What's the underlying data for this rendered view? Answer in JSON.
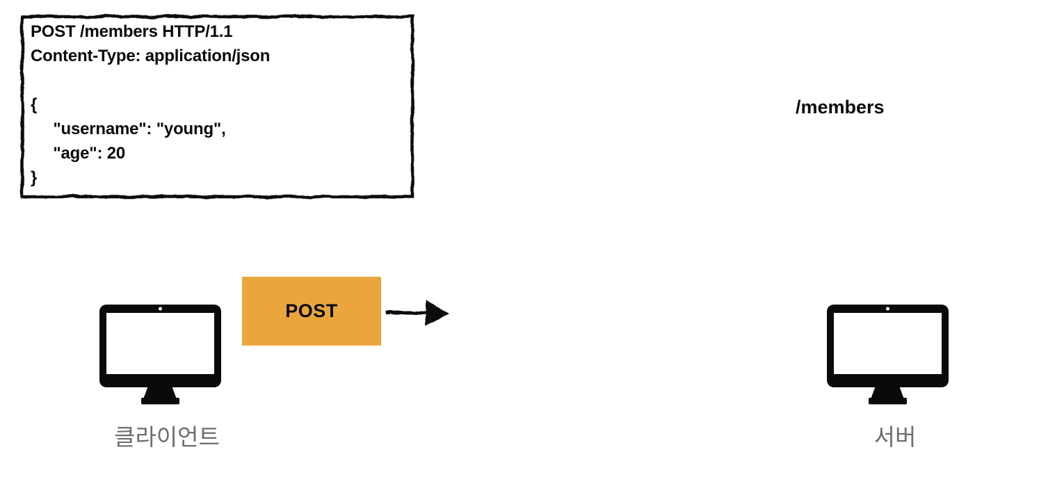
{
  "diagram": {
    "request_box": {
      "lines": [
        "POST /members HTTP/1.1",
        "Content-Type: application/json",
        "",
        "{",
        "     \"username\": \"young\",",
        "     \"age\": 20",
        "}"
      ]
    },
    "endpoint_label": "/members",
    "method_badge": "POST",
    "client_label": "클라이언트",
    "server_label": "서버",
    "colors": {
      "method_badge_bg": "#EAA63C",
      "ink": "#0a0a0a",
      "node_label_gray": "#6e6e6e"
    }
  }
}
